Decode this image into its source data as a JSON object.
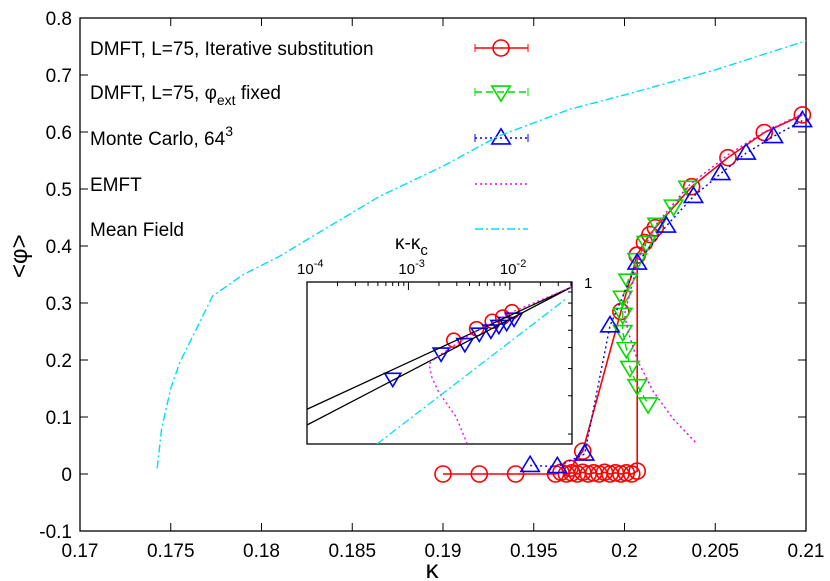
{
  "chart_data": [
    {
      "type": "line",
      "xlabel": "κ",
      "ylabel": "<φ>",
      "xlim": [
        0.17,
        0.21
      ],
      "ylim": [
        -0.1,
        0.8
      ],
      "xticks": [
        "0.17",
        "0.175",
        "0.18",
        "0.185",
        "0.19",
        "0.195",
        "0.2",
        "0.205",
        "0.21"
      ],
      "yticks": [
        "-0.1",
        "0",
        "0.1",
        "0.2",
        "0.3",
        "0.4",
        "0.5",
        "0.6",
        "0.7",
        "0.8"
      ],
      "grid": false,
      "legend_position": "top-left",
      "series": [
        {
          "name": "DMFT, L=75, Iterative substitution",
          "color": "#ff0000",
          "marker": "circle",
          "line": "solid",
          "branches": [
            [
              [
                0.19,
                0
              ],
              [
                0.192,
                0
              ],
              [
                0.194,
                0
              ],
              [
                0.1962,
                0
              ],
              [
                0.1965,
                0.003
              ],
              [
                0.1968,
                0
              ],
              [
                0.1971,
                0.002
              ],
              [
                0.1974,
                0
              ],
              [
                0.1977,
                0.003
              ],
              [
                0.198,
                0
              ],
              [
                0.1983,
                0.002
              ],
              [
                0.1986,
                0
              ],
              [
                0.1989,
                0.003
              ],
              [
                0.1992,
                0
              ],
              [
                0.1995,
                0.002
              ],
              [
                0.1998,
                0
              ],
              [
                0.2001,
                0.002
              ],
              [
                0.2004,
                0
              ],
              [
                0.2007,
                0.005
              ],
              [
                0.2007,
                0.384
              ]
            ],
            [
              [
                0.197,
                0.01
              ],
              [
                0.1977,
                0.04
              ],
              [
                0.1998,
                0.285
              ],
              [
                0.2007,
                0.384
              ],
              [
                0.2011,
                0.406
              ],
              [
                0.2014,
                0.42
              ],
              [
                0.2017,
                0.432
              ],
              [
                0.2037,
                0.504
              ],
              [
                0.2057,
                0.555
              ],
              [
                0.2077,
                0.599
              ],
              [
                0.2098,
                0.63
              ]
            ]
          ]
        },
        {
          "name_parts": [
            "DMFT, L=75, φ",
            "ext",
            " fixed"
          ],
          "color": "#00dd00",
          "marker": "triangle-down",
          "line": "dashed",
          "branches": [
            [
              [
                0.2035,
                0.503
              ],
              [
                0.2027,
                0.47
              ],
              [
                0.2018,
                0.438
              ],
              [
                0.2012,
                0.406
              ],
              [
                0.2007,
                0.376
              ],
              [
                0.2002,
                0.34
              ],
              [
                0.1999,
                0.31
              ],
              [
                0.1999,
                0.28
              ],
              [
                0.1999,
                0.25
              ],
              [
                0.2001,
                0.22
              ],
              [
                0.2003,
                0.187
              ],
              [
                0.2007,
                0.155
              ],
              [
                0.2013,
                0.123
              ]
            ]
          ]
        },
        {
          "name_parts": [
            "Monte Carlo, 64",
            "3"
          ],
          "color": "#0000ff",
          "marker": "triangle-up",
          "line": "dotted",
          "branches": [
            [
              [
                0.1948,
                0.015
              ],
              [
                0.1963,
                0.013
              ],
              [
                0.1978,
                0.035
              ],
              [
                0.1992,
                0.26
              ],
              [
                0.2007,
                0.37
              ],
              [
                0.2023,
                0.435
              ],
              [
                0.2038,
                0.487
              ],
              [
                0.2053,
                0.527
              ],
              [
                0.2067,
                0.563
              ],
              [
                0.2082,
                0.592
              ],
              [
                0.2098,
                0.62
              ]
            ]
          ]
        },
        {
          "name": "EMFT",
          "color": "#ee00ee",
          "marker": "none",
          "line": "dotted",
          "branches": [
            [
              [
                0.2039,
                0.056
              ],
              [
                0.2027,
                0.096
              ],
              [
                0.2016,
                0.144
              ],
              [
                0.2007,
                0.2
              ],
              [
                0.2002,
                0.25
              ],
              [
                0.2,
                0.28
              ],
              [
                0.2008,
                0.38
              ],
              [
                0.2018,
                0.44
              ],
              [
                0.2035,
                0.505
              ],
              [
                0.2057,
                0.56
              ],
              [
                0.2077,
                0.6
              ],
              [
                0.21,
                0.635
              ]
            ]
          ]
        },
        {
          "name": "Mean Field",
          "color": "#00e0ee",
          "marker": "none",
          "line": "dashdot",
          "branches": [
            [
              [
                0.17425,
                0.01
              ],
              [
                0.1745,
                0.08
              ],
              [
                0.175,
                0.15
              ],
              [
                0.1755,
                0.196
              ],
              [
                0.1765,
                0.26
              ],
              [
                0.1773,
                0.312
              ],
              [
                0.179,
                0.35
              ],
              [
                0.181,
                0.382
              ],
              [
                0.1835,
                0.43
              ],
              [
                0.1865,
                0.487
              ],
              [
                0.19,
                0.54
              ],
              [
                0.193,
                0.592
              ],
              [
                0.197,
                0.64
              ],
              [
                0.2,
                0.665
              ],
              [
                0.205,
                0.709
              ],
              [
                0.21,
                0.76
              ]
            ]
          ]
        }
      ]
    },
    {
      "type": "line",
      "title": "κ-κ",
      "title_sub": "c",
      "xscale": "log",
      "yscale": "log",
      "xlim": [
        0.0001,
        0.041
      ],
      "ylim": [
        0.18,
        1
      ],
      "xticks": [
        {
          "base": "10",
          "exp": "-4"
        },
        {
          "base": "10",
          "exp": "-3"
        },
        {
          "base": "10",
          "exp": "-2"
        }
      ],
      "yticks": [
        "1"
      ],
      "series": [
        {
          "color": "#ff0000",
          "marker": "circle",
          "line": "none",
          "points": [
            [
              0.0028,
              0.54
            ],
            [
              0.0047,
              0.61
            ],
            [
              0.0067,
              0.66
            ],
            [
              0.0085,
              0.69
            ],
            [
              0.0105,
              0.73
            ]
          ]
        },
        {
          "color": "#0000ff",
          "marker": "triangle-down",
          "line": "none",
          "points": [
            [
              0.0007,
              0.36
            ],
            [
              0.0021,
              0.47
            ],
            [
              0.0036,
              0.52
            ],
            [
              0.005,
              0.58
            ],
            [
              0.0065,
              0.6
            ],
            [
              0.0078,
              0.63
            ],
            [
              0.0093,
              0.65
            ],
            [
              0.011,
              0.68
            ]
          ]
        },
        {
          "color": "#000000",
          "marker": "none",
          "line": "solid",
          "points": [
            [
              0.0001,
              0.26
            ],
            [
              0.041,
              0.95
            ]
          ]
        },
        {
          "color": "#000000",
          "marker": "none",
          "line": "solid",
          "points": [
            [
              0.0001,
              0.22
            ],
            [
              0.041,
              0.95
            ]
          ]
        },
        {
          "color": "#ee00ee",
          "marker": "none",
          "line": "dotted",
          "points": [
            [
              0.0038,
              0.18
            ],
            [
              0.00295,
              0.24
            ],
            [
              0.002,
              0.31
            ],
            [
              0.0017,
              0.365
            ],
            [
              0.0016,
              0.42
            ],
            [
              0.00188,
              0.45
            ],
            [
              0.004,
              0.57
            ],
            [
              0.01,
              0.72
            ],
            [
              0.041,
              0.95
            ]
          ]
        },
        {
          "color": "#00e0ee",
          "marker": "none",
          "line": "dashdot",
          "points": [
            [
              0.00049,
              0.18
            ],
            [
              0.035,
              0.83
            ]
          ]
        }
      ]
    }
  ]
}
